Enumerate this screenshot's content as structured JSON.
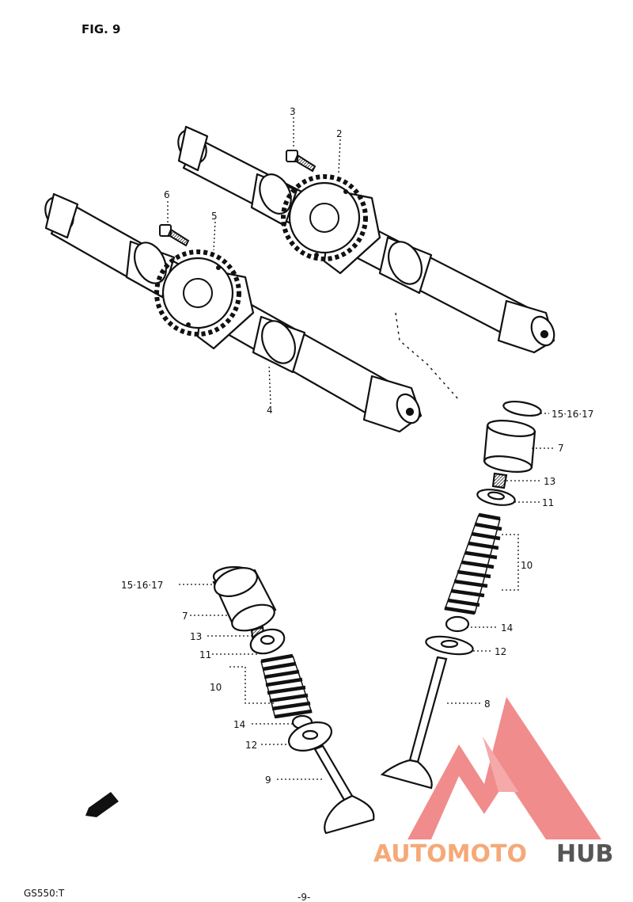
{
  "figure": {
    "title": "FIG. 9"
  },
  "callouts": [
    {
      "id": "c-3",
      "text": "3"
    },
    {
      "id": "c-2",
      "text": "2"
    },
    {
      "id": "c-6",
      "text": "6"
    },
    {
      "id": "c-5",
      "text": "5"
    },
    {
      "id": "c-4",
      "text": "4"
    },
    {
      "id": "c-r15",
      "text": "15·16·17"
    },
    {
      "id": "c-r7",
      "text": "7"
    },
    {
      "id": "c-r13",
      "text": "13"
    },
    {
      "id": "c-r11",
      "text": "11"
    },
    {
      "id": "c-r10",
      "text": "10"
    },
    {
      "id": "c-r14",
      "text": "14"
    },
    {
      "id": "c-r12",
      "text": "12"
    },
    {
      "id": "c-8",
      "text": "8"
    },
    {
      "id": "c-l15",
      "text": "15·16·17"
    },
    {
      "id": "c-l7",
      "text": "7"
    },
    {
      "id": "c-l13",
      "text": "13"
    },
    {
      "id": "c-l11",
      "text": "11"
    },
    {
      "id": "c-l10",
      "text": "10"
    },
    {
      "id": "c-l14",
      "text": "14"
    },
    {
      "id": "c-l12",
      "text": "12"
    },
    {
      "id": "c-9",
      "text": "9"
    }
  ],
  "fwd_marker": "FWD",
  "footer": {
    "model": "GS550:T",
    "page": "-9-"
  },
  "watermark": {
    "text_left": "AUTOMOTO",
    "text_right": "HUB",
    "color_left": "#f5a06a",
    "color_right": "#444444",
    "logo_color": "#f08080"
  }
}
